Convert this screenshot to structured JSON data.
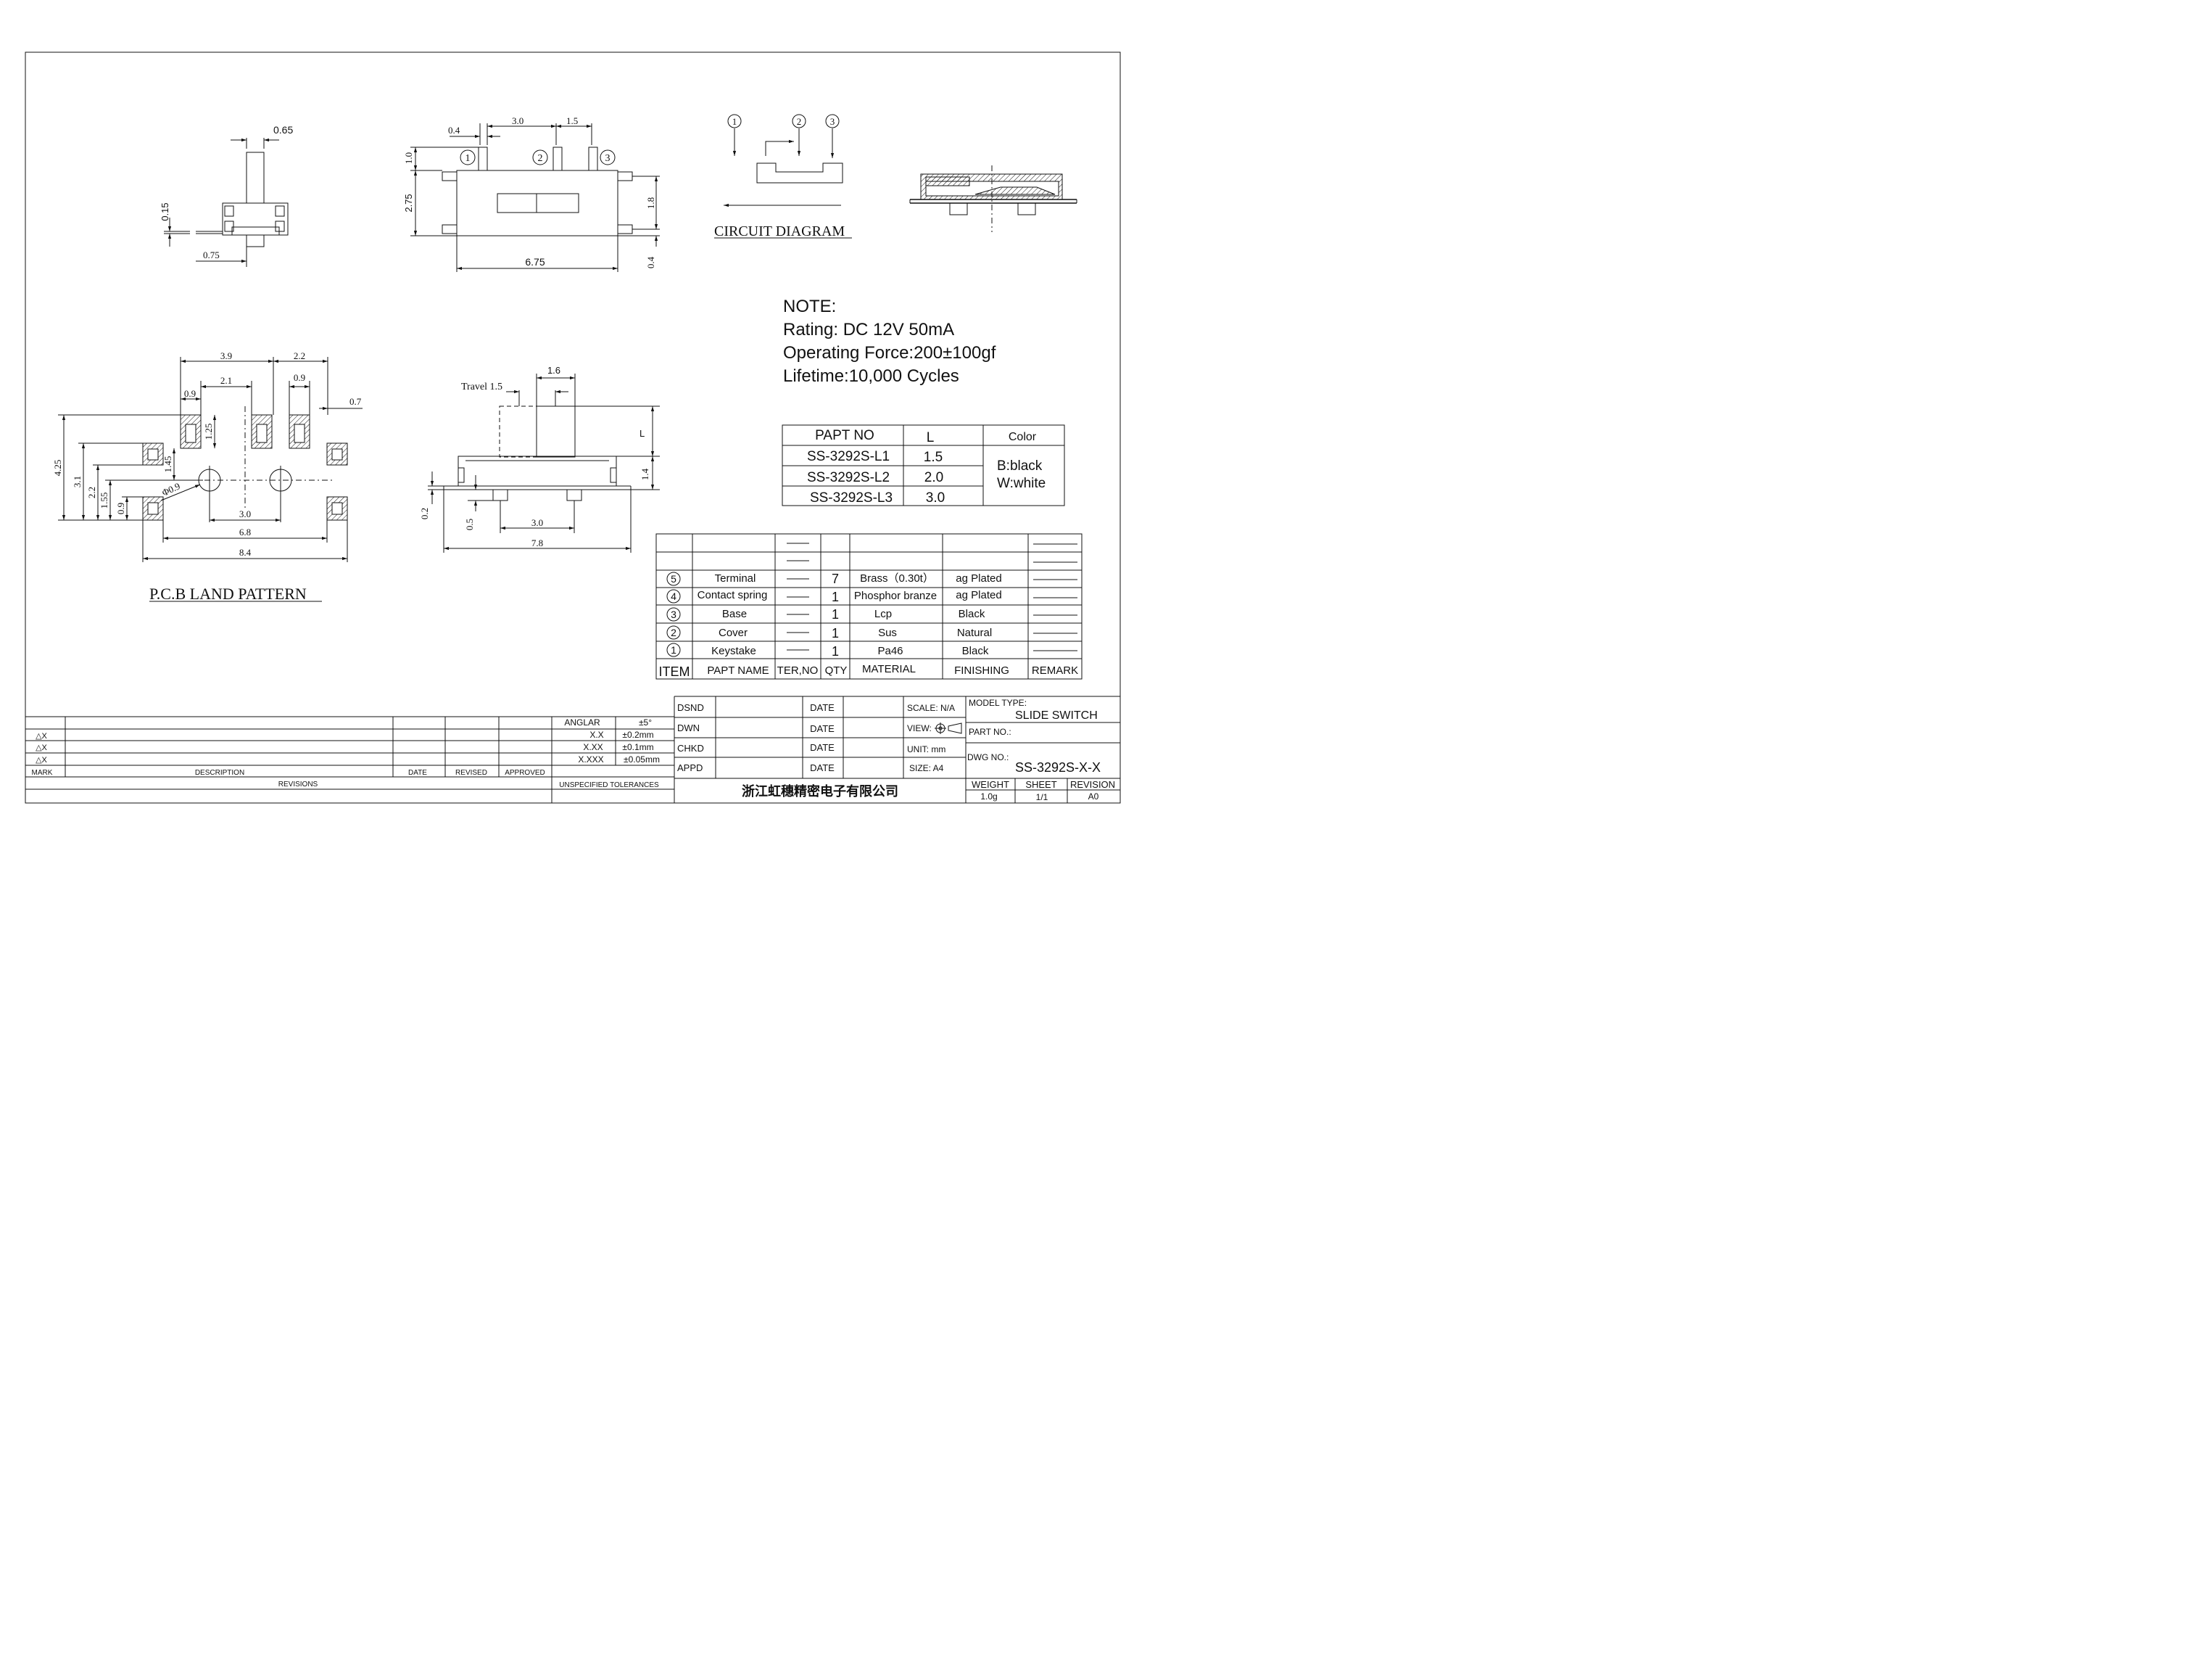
{
  "views": {
    "side_left": {
      "width": "0.65",
      "height": "0.15",
      "offset": "0.75"
    },
    "top_view": {
      "pin_gap": "0.4",
      "pitch_a": "3.0",
      "pitch_b": "1.5",
      "pin_len": "1.0",
      "body_h": "2.75",
      "pad_h": "1.8",
      "body_w": "6.75",
      "pad_t": "0.4",
      "pins": [
        "1",
        "2",
        "3"
      ]
    },
    "circuit": {
      "title": "CIRCUIT DIAGRAM",
      "pins": [
        "1",
        "2",
        "3"
      ]
    },
    "pcb": {
      "title": "P.C.B LAND PATTERN",
      "dims": {
        "d39": "3.9",
        "d22": "2.2",
        "d09a": "0.9",
        "d21": "2.1",
        "d09b": "0.9",
        "d07": "0.7",
        "d125": "1.25",
        "d145": "1.45",
        "d425": "4.25",
        "d31": "3.1",
        "d22v": "2.2",
        "d155": "1.55",
        "d09v": "0.9",
        "dia": "Φ0.9",
        "d30": "3.0",
        "d68": "6.8",
        "d84": "8.4"
      }
    },
    "front_view": {
      "travel": "Travel 1.5",
      "knob_w": "1.6",
      "L": "L",
      "h14": "1.4",
      "h02": "0.2",
      "h05": "0.5",
      "w30": "3.0",
      "w78": "7.8"
    }
  },
  "note": {
    "title": "NOTE:",
    "lines": [
      "Rating: DC 12V  50mA",
      "Operating Force:200±100gf",
      "Lifetime:10,000 Cycles"
    ]
  },
  "part_table": {
    "headers": [
      "PAPT NO",
      "L",
      "Color"
    ],
    "rows": [
      {
        "part": "SS-3292S-L1",
        "L": "1.5"
      },
      {
        "part": "SS-3292S-L2",
        "L": "2.0"
      },
      {
        "part": "SS-3292S-L3",
        "L": "3.0"
      }
    ],
    "colors": [
      "B:black",
      "W:white"
    ]
  },
  "bom": {
    "headers": [
      "ITEM",
      "PAPT NAME",
      "TER,NO",
      "QTY",
      "MATERIAL",
      "FINISHING",
      "REMARK"
    ],
    "rows": [
      {
        "item": "5",
        "name": "Terminal",
        "qty": "7",
        "material": "Brass（0.30t）",
        "finishing": "ag Plated"
      },
      {
        "item": "4",
        "name": "Contact spring",
        "qty": "1",
        "material": "Phosphor branze",
        "finishing": "ag Plated"
      },
      {
        "item": "3",
        "name": "Base",
        "qty": "1",
        "material": "Lcp",
        "finishing": "Black"
      },
      {
        "item": "2",
        "name": "Cover",
        "qty": "1",
        "material": "Sus",
        "finishing": "Natural"
      },
      {
        "item": "1",
        "name": "Keystake",
        "qty": "1",
        "material": "Pa46",
        "finishing": "Black"
      }
    ]
  },
  "revisions": {
    "marks": [
      "△X",
      "△X",
      "△X"
    ],
    "headers": [
      "MARK",
      "DESCRIPTION",
      "DATE",
      "REVISED",
      "APPROVED"
    ],
    "footer": "REVISIONS",
    "tolerances": [
      {
        "label": "ANGLAR",
        "value": "±5°"
      },
      {
        "label": "X.X",
        "value": "±0.2mm"
      },
      {
        "label": "X.XX",
        "value": "±0.1mm"
      },
      {
        "label": "X.XXX",
        "value": "±0.05mm"
      }
    ],
    "tol_footer": "UNSPECIFIED TOLERANCES"
  },
  "title_block": {
    "roles": [
      "DSND",
      "DWN",
      "CHKD",
      "APPD"
    ],
    "date_label": "DATE",
    "scale": "SCALE: N/A",
    "view": "VIEW:",
    "unit": "UNIT: mm",
    "size": "SIZE: A4",
    "model_type_label": "MODEL TYPE:",
    "model_type": "SLIDE SWITCH",
    "part_no_label": "PART NO.:",
    "dwg_no_label": "DWG NO.:",
    "dwg_no": "SS-3292S-X-X",
    "company": "浙江虹穗精密电子有限公司",
    "weight_label": "WEIGHT",
    "weight": "1.0g",
    "sheet_label": "SHEET",
    "sheet": "1/1",
    "revision_label": "REVISION",
    "revision": "A0"
  }
}
